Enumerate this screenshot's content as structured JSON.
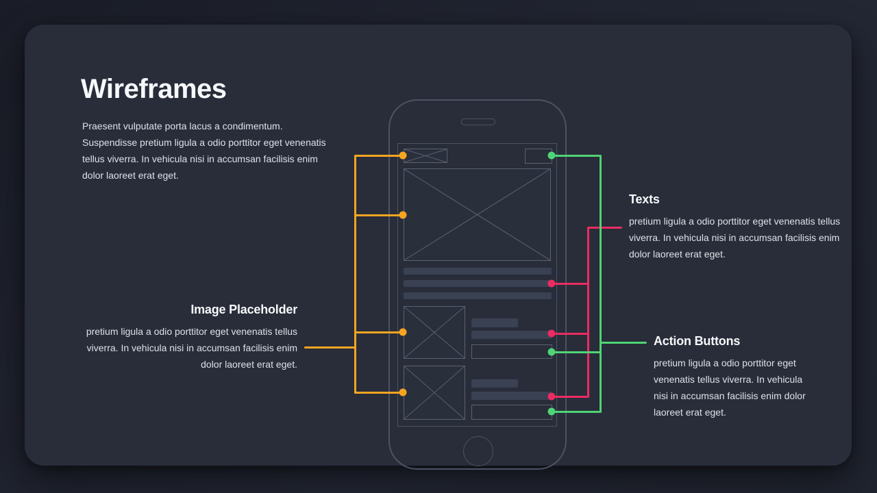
{
  "slide": {
    "title": "Wireframes",
    "intro": "Praesent vulputate porta lacus a condimentum. Suspendisse pretium ligula a odio porttitor eget venenatis tellus viverra. In vehicula nisi in accumsan facilisis enim dolor laoreet erat eget."
  },
  "annotations": {
    "image_placeholder": {
      "heading": "Image Placeholder",
      "body": "pretium ligula a odio porttitor eget venenatis tellus viverra. In vehicula nisi in accumsan facilisis enim dolor laoreet erat eget."
    },
    "texts": {
      "heading": "Texts",
      "body": "pretium ligula a odio porttitor eget venenatis tellus viverra. In vehicula nisi in accumsan facilisis enim dolor laoreet erat eget."
    },
    "action_buttons": {
      "heading": "Action Buttons",
      "body": "pretium ligula a odio porttitor eget venenatis tellus viverra. In vehicula nisi in accumsan facilisis enim dolor laoreet erat eget."
    }
  },
  "colors": {
    "accent-orange": "#F7A521",
    "accent-pink": "#EC2B62",
    "accent-green": "#4FD475",
    "card-bg": "#282D39",
    "page-bg": "#1A1D27",
    "wire-stroke": "#5A6173",
    "bar-fill": "#3A4153"
  },
  "wireframe_parts": [
    "logo-placeholder",
    "header-button",
    "hero-image-placeholder",
    "text-line",
    "text-line",
    "text-line",
    "list-item-image",
    "list-item-title",
    "list-item-subtitle",
    "list-item-button",
    "list-item-image",
    "list-item-title",
    "list-item-subtitle",
    "list-item-button",
    "speaker",
    "home-button"
  ]
}
